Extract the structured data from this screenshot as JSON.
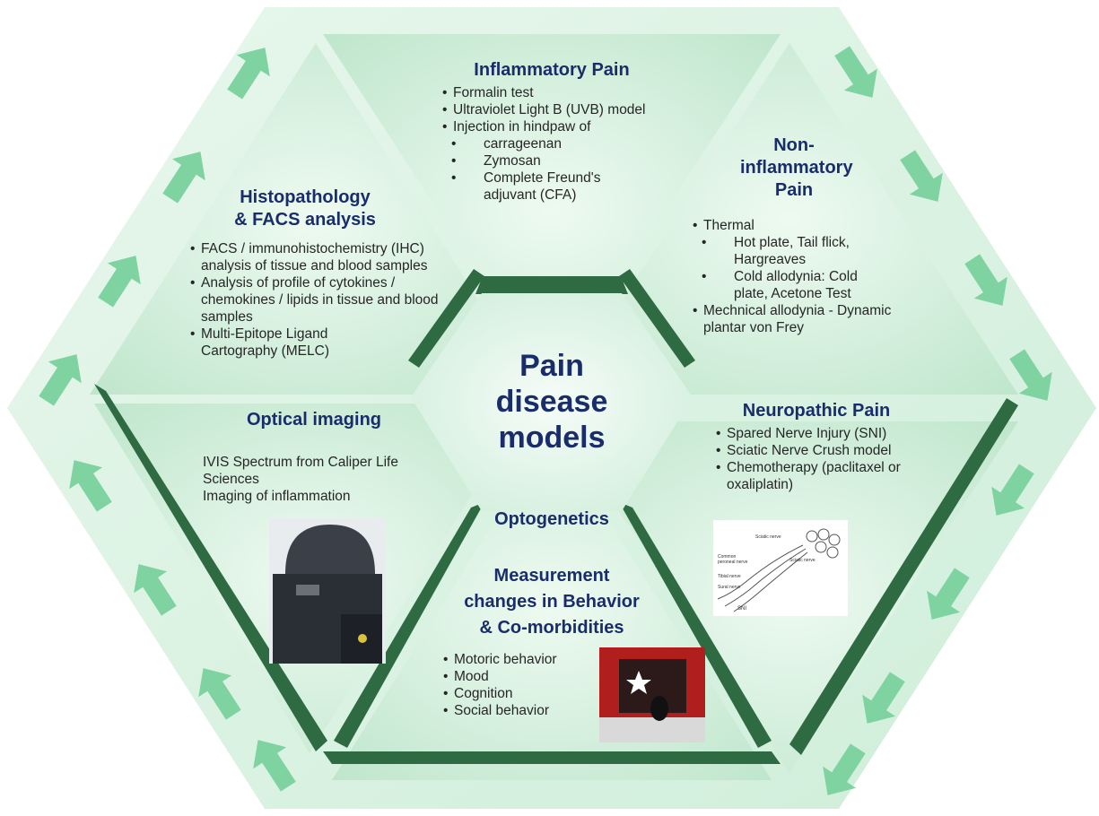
{
  "center": {
    "title_line1": "Pain",
    "title_line2": "disease models"
  },
  "inflammatory": {
    "title": "Inflammatory Pain",
    "items": [
      "Formalin test",
      "Ultraviolet Light B (UVB) model",
      "Injection in hindpaw of"
    ],
    "subitems": [
      "carrageenan",
      "Zymosan",
      "Complete  Freund's adjuvant (CFA)"
    ]
  },
  "noninflammatory": {
    "title_lines": [
      "Non-",
      "inflammatory",
      "Pain"
    ],
    "thermal": "Thermal",
    "thermal_sub": [
      "Hot plate, Tail flick, Hargreaves",
      "Cold allodynia: Cold plate, Acetone Test"
    ],
    "mechanical": "Mechnical allodynia - Dynamic plantar von Frey"
  },
  "neuropathic": {
    "title": "Neuropathic Pain",
    "items": [
      "Spared Nerve Injury (SNI)",
      "Sciatic Nerve Crush model",
      "Chemotherapy (paclitaxel or oxaliplatin)"
    ],
    "figure_labels": [
      "Common peroneal nerve",
      "Sciatic nerve",
      "Tibial nerve",
      "Sural nerve",
      "SNI",
      "Sciatic nerve"
    ]
  },
  "behavior": {
    "optogenetics": "Optogenetics",
    "title_lines": [
      "Measurement",
      "changes in Behavior",
      "& Co-morbidities"
    ],
    "items": [
      "Motoric behavior",
      "Mood",
      "Cognition",
      "Social behavior"
    ]
  },
  "optical": {
    "title": "Optical imaging",
    "lines": [
      "IVIS Spectrum from Caliper Life Sciences",
      "Imaging of inflammation"
    ]
  },
  "histopathology": {
    "title_lines": [
      "Histopathology",
      "& FACS analysis"
    ],
    "items": [
      "FACS / immunohistochemistry (IHC) analysis of tissue and blood samples",
      "Analysis of profile of cytokines / chemokines / lipids in tissue and blood samples",
      "Multi-Epitope Ligand Cartography (MELC)"
    ]
  },
  "colors": {
    "title_navy": "#1a2d6b",
    "body_text": "#262626",
    "outer_hex": "#d7f0df",
    "wedge_light": "#eaf8ee",
    "wedge_mid": "#c3e8cf",
    "bevel_dark": "#2f6b42",
    "arrow": "#7fd3a1"
  }
}
